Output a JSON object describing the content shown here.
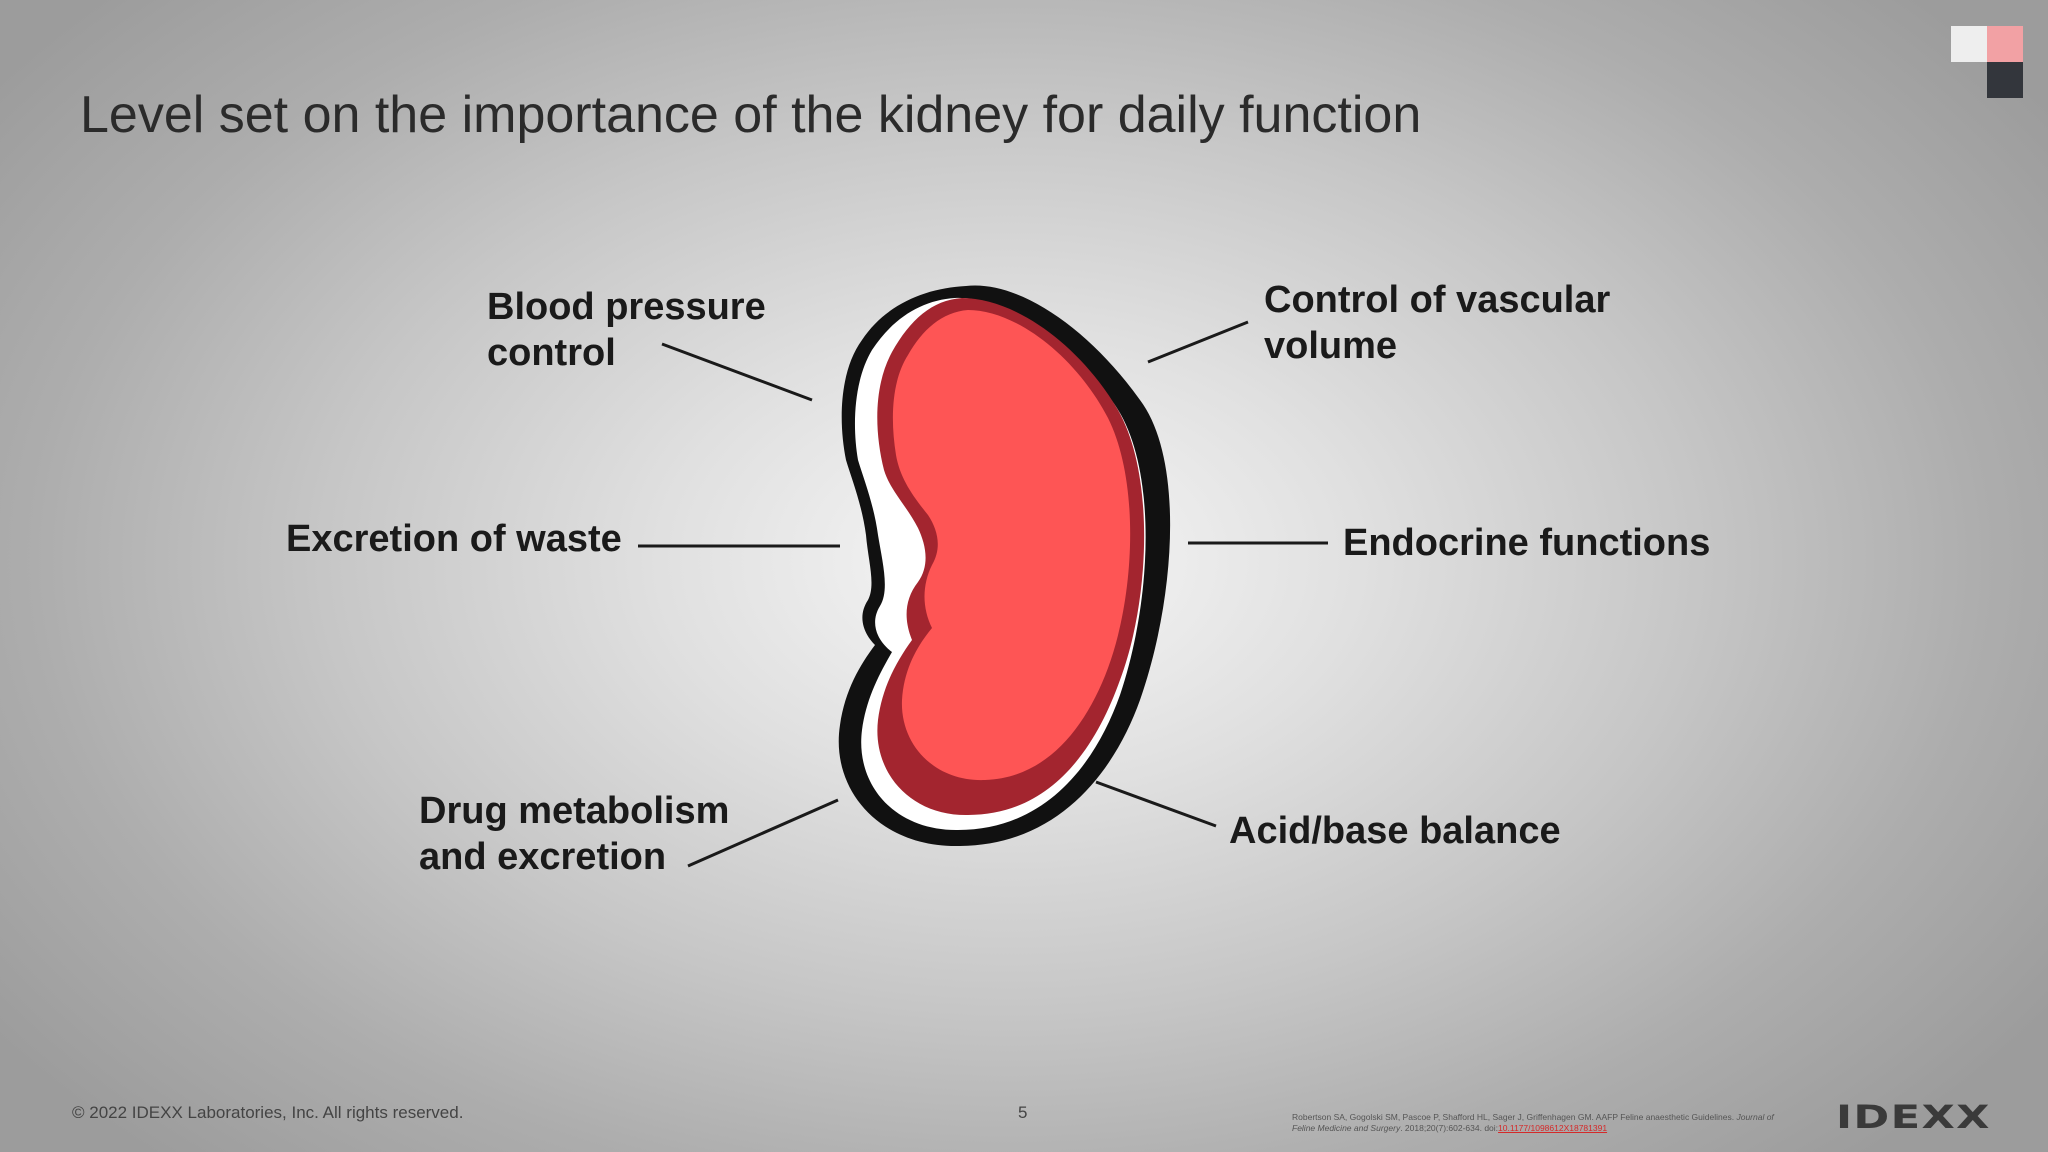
{
  "slide": {
    "title": "Level set on the importance of the kidney for daily function",
    "page_number": "5"
  },
  "labels": {
    "blood_pressure": [
      "Blood pressure",
      "control"
    ],
    "vascular_volume": [
      "Control of vascular",
      "volume"
    ],
    "excretion_waste": [
      "Excretion of waste"
    ],
    "endocrine": [
      "Endocrine functions"
    ],
    "drug_metabolism": [
      "Drug metabolism",
      "and excretion"
    ],
    "acid_base": [
      "Acid/base balance"
    ]
  },
  "footer": {
    "copyright": "© 2022 IDEXX Laboratories, Inc. All rights reserved.",
    "reference_authors": "Robertson SA, Gogolski SM, Pascoe P, Shafford HL, Sager J, Griffenhagen GM. AAFP Feline anaesthetic Guidelines.",
    "reference_journal": "Journal of Feline Medicine and Surgery",
    "reference_details": ". 2018;20(7):602-634. doi:",
    "reference_doi": "10.1177/1098612X18781391",
    "logo": "IDEXX"
  },
  "colors": {
    "kidney_fill": "#fe5555",
    "kidney_shadow": "#a3252f",
    "kidney_outline": "#111111",
    "corner_light": "#eeeeee",
    "corner_pink": "#f2a1a4",
    "corner_dark": "#33363c"
  },
  "icons": {
    "kidney": "kidney-illustration"
  }
}
